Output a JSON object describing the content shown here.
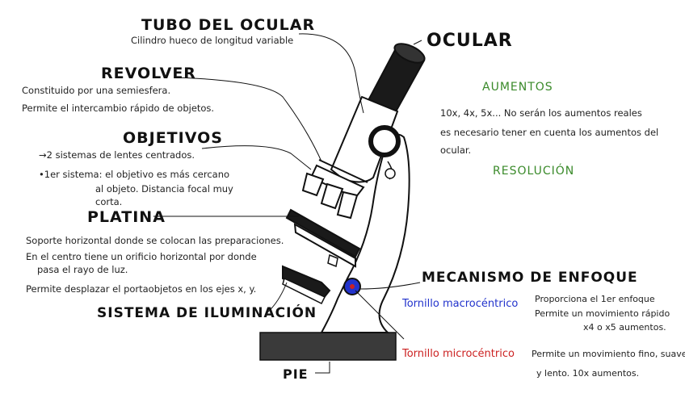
{
  "labels": {
    "tubo_ocular": {
      "title": "TUBO DEL OCULAR",
      "desc": "Cilindro hueco de longitud variable"
    },
    "ocular": {
      "title": "OCULAR"
    },
    "revolver": {
      "title": "REVOLVER",
      "desc": [
        "Constituido por una semiesfera.",
        "Permite el intercambio rápido de objetos."
      ]
    },
    "objetivos": {
      "title": "OBJETIVOS",
      "desc": [
        "→2 sistemas de lentes centrados.",
        "•1er sistema: el objetivo es más cercano",
        "al objeto. Distancia focal muy",
        "corta."
      ]
    },
    "platina": {
      "title": "PLATINA",
      "desc": [
        "Soporte horizontal donde se colocan las preparaciones.",
        "En el centro tiene un orificio horizontal por donde",
        "pasa el rayo de luz.",
        "Permite desplazar el portaobjetos en los ejes x, y."
      ]
    },
    "iluminacion": {
      "title": "SISTEMA DE ILUMINACIÓN"
    },
    "pie": {
      "title": "PIE"
    },
    "aumentos": {
      "title": "AUMENTOS",
      "desc": [
        "10x, 4x, 5x... No serán los aumentos reales",
        "es necesario tener en cuenta los aumentos del",
        "ocular."
      ]
    },
    "resolucion": {
      "title": "RESOLUCIÓN"
    },
    "enfoque": {
      "title": "MECANISMO DE ENFOQUE"
    },
    "macro": {
      "title": "Tornillo macrocéntrico",
      "desc": [
        "Proporciona el 1er enfoque",
        "Permite un movimiento rápido",
        "x4 o x5 aumentos."
      ]
    },
    "micro": {
      "title": "Tornillo microcéntrico",
      "desc": [
        "Permite un movimiento fino, suave",
        "y lento.    10x aumentos."
      ]
    }
  },
  "colors": {
    "green": "#3a8a2a",
    "blue": "#2233cc",
    "red": "#cc2222",
    "ink": "#111111",
    "base": "#3a3a3a"
  }
}
